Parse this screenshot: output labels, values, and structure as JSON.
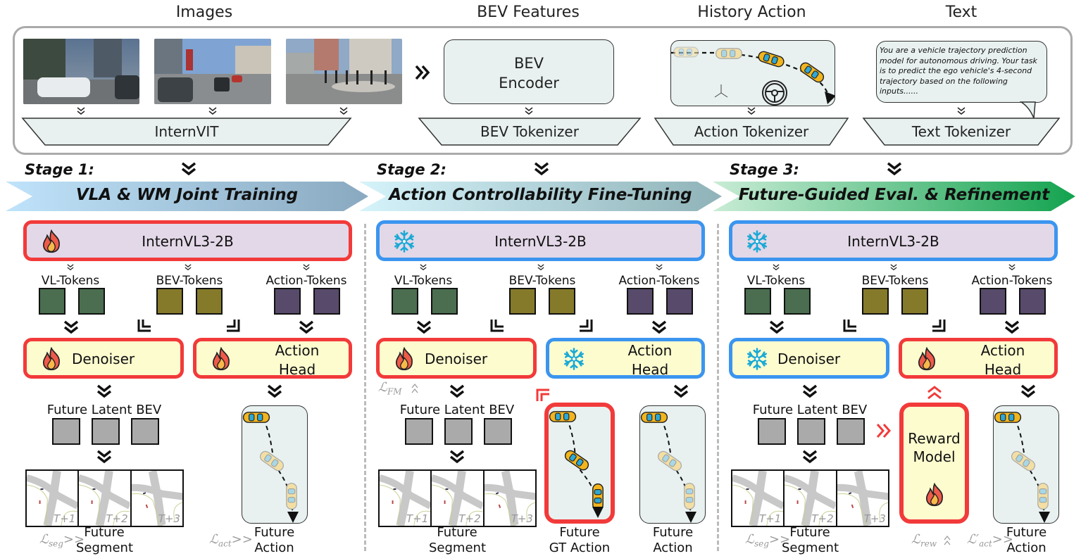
{
  "headers": {
    "images": "Images",
    "bev_features": "BEV Features",
    "history_action": "History Action",
    "text": "Text"
  },
  "inputs": {
    "bev_encoder_line1": "BEV",
    "bev_encoder_line2": "Encoder",
    "prompt_text": "You are a vehicle trajectory prediction model for autonomous driving. Your task is to predict the ego vehicle's 4-second trajectory based on the following inputs......",
    "image_icons": [
      "camera-front-left-image",
      "camera-front-image",
      "camera-front-right-image"
    ]
  },
  "tokenizers": {
    "internvit": "InternVIT",
    "bev": "BEV Tokenizer",
    "action": "Action Tokenizer",
    "text": "Text Tokenizer"
  },
  "stages": [
    {
      "label": "Stage 1:",
      "banner": "VLA & WM Joint Training",
      "vlm": {
        "label": "InternVL3-2B",
        "state": "trainable"
      },
      "denoiser": {
        "label": "Denoiser",
        "state": "trainable"
      },
      "action_head": {
        "line1": "Action",
        "line2": "Head",
        "state": "trainable"
      },
      "tokens": [
        "VL-Tokens",
        "BEV-Tokens",
        "Action-Tokens"
      ],
      "latent_label": "Future Latent BEV",
      "seg_times": [
        "T+1",
        "T+2",
        "T+3"
      ],
      "seg_caption1": "Future",
      "seg_caption2": "Segment",
      "seg_loss": "seg",
      "act_caption1": "Future",
      "act_caption2": "Action",
      "act_loss": "act"
    },
    {
      "label": "Stage 2:",
      "banner": "Action Controllability Fine-Tuning",
      "vlm": {
        "label": "InternVL3-2B",
        "state": "frozen"
      },
      "denoiser": {
        "label": "Denoiser",
        "state": "trainable"
      },
      "action_head": {
        "line1": "Action",
        "line2": "Head",
        "state": "frozen"
      },
      "tokens": [
        "VL-Tokens",
        "BEV-Tokens",
        "Action-Tokens"
      ],
      "latent_label": "Future Latent BEV",
      "fm_loss": "FM",
      "seg_times": [
        "T+1",
        "T+2",
        "T+3"
      ],
      "seg_caption1": "Future",
      "seg_caption2": "Segment",
      "gt_caption1": "Future",
      "gt_caption2": "GT Action",
      "act_caption1": "Future",
      "act_caption2": "Action"
    },
    {
      "label": "Stage 3:",
      "banner": "Future-Guided Eval. & Refinement",
      "vlm": {
        "label": "InternVL3-2B",
        "state": "frozen"
      },
      "denoiser": {
        "label": "Denoiser",
        "state": "frozen"
      },
      "action_head": {
        "line1": "Action",
        "line2": "Head",
        "state": "trainable"
      },
      "tokens": [
        "VL-Tokens",
        "BEV-Tokens",
        "Action-Tokens"
      ],
      "latent_label": "Future Latent BEV",
      "reward_line1": "Reward",
      "reward_line2": "Model",
      "rew_loss": "rew",
      "seg_times": [
        "T+1",
        "T+2",
        "T+3"
      ],
      "seg_caption1": "Future",
      "seg_caption2": "Segment",
      "seg_loss": "seg",
      "act_caption1": "Future",
      "act_caption2": "Action",
      "act_loss": "act",
      "act_loss_prime": "′"
    }
  ],
  "colors": {
    "trainable_border": "#f23a3a",
    "frozen_border": "#3b95ef",
    "vlm_fill": "#e3d8e8",
    "head_fill": "#fdfccf",
    "vl_token": "#4a6e4f",
    "bev_token": "#857a2a",
    "action_token": "#574a6a",
    "latent": "#aaaaaa",
    "stage1_banner": "#8fc6ea",
    "stage2_banner": "#a9dbe6",
    "stage3_banner": "#1fa65a"
  }
}
